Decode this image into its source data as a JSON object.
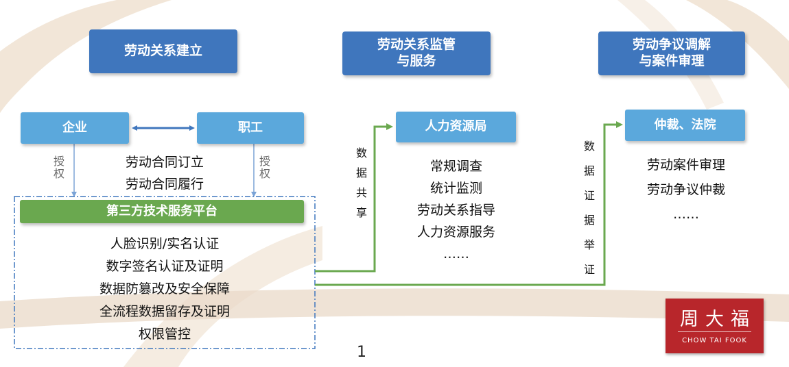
{
  "headers": {
    "left": "劳动关系建立",
    "middle": "劳动关系监管与服务",
    "middle_line1": "劳动关系监管",
    "middle_line2": "与服务",
    "right": "劳动争议调解与案件审理",
    "right_line1": "劳动争议调解",
    "right_line2": "与案件审理"
  },
  "entities": {
    "enterprise": "企业",
    "employee": "职工",
    "hr_bureau": "人力资源局",
    "court": "仲裁、法院"
  },
  "authorize_left": [
    "授",
    "权"
  ],
  "authorize_right": [
    "授",
    "权"
  ],
  "contract_lines": [
    "劳动合同订立",
    "劳动合同履行"
  ],
  "platform": {
    "title": "第三方技术服务平台",
    "items": [
      "人脸识别/实名认证",
      "数字签名认证及证明",
      "数据防篡改及安全保障",
      "全流程数据留存及证明",
      "权限管控"
    ]
  },
  "data_share": [
    "数",
    "据",
    "共",
    "享"
  ],
  "data_evidence": [
    "数",
    "据",
    "证",
    "据",
    "举",
    "证"
  ],
  "hr_items": [
    "常规调查",
    "统计监测",
    "劳动关系指导",
    "人力资源服务",
    "……"
  ],
  "court_items": [
    "劳动案件审理",
    "劳动争议仲裁",
    "……"
  ],
  "page_number": "1",
  "logo": {
    "cn": "周大福",
    "en": "CHOW TAI FOOK"
  },
  "colors": {
    "header_blue": "#3f76bd",
    "entity_blue": "#5ba8dc",
    "platform_green": "#6aa84f",
    "connector_green": "#6aa84f",
    "arrow_blue": "#3f76bd",
    "dashed_border": "#3f76bd",
    "logo_red": "#b8262b"
  }
}
